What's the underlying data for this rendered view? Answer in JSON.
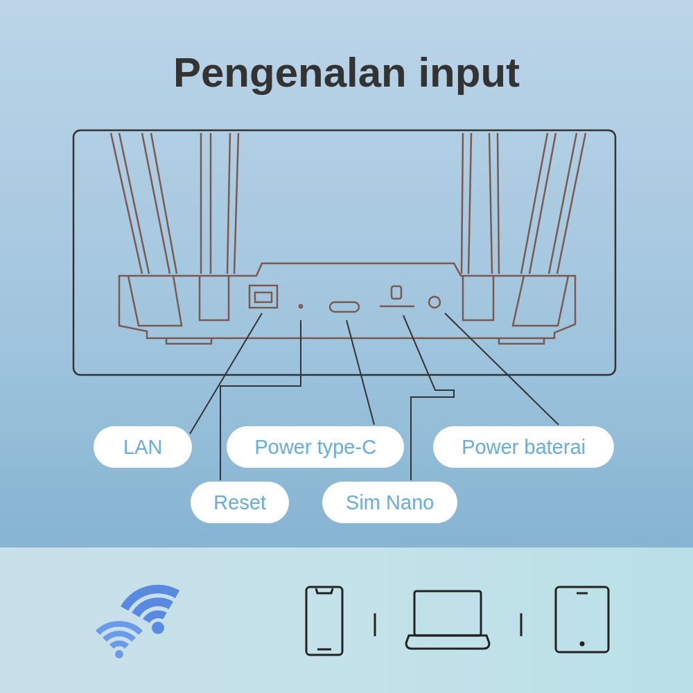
{
  "diagram": {
    "title": "Pengenalan input",
    "nodes": [
      {
        "text": [
          "LAN"
        ]
      },
      {
        "text": [
          "Power type-C"
        ]
      },
      {
        "text": [
          "Power baterai"
        ]
      },
      {
        "text": [
          "Reset"
        ]
      },
      {
        "text": [
          "Sim Nano"
        ]
      }
    ]
  }
}
